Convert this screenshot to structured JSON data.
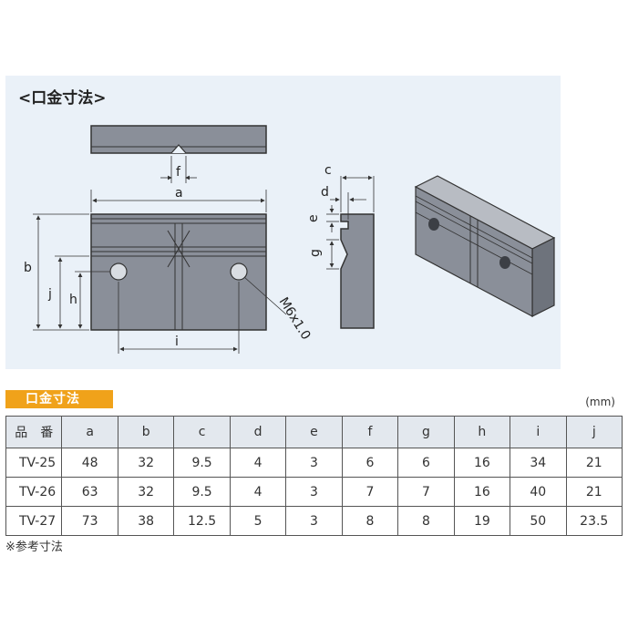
{
  "diagram": {
    "title": "<口金寸法>",
    "thread_label": "M6x1.0",
    "labels": {
      "a": "a",
      "b": "b",
      "c": "c",
      "d": "d",
      "e": "e",
      "f": "f",
      "g": "g",
      "h": "h",
      "i": "i",
      "j": "j"
    }
  },
  "section": {
    "title": "口金寸法",
    "unit": "(mm)"
  },
  "table": {
    "headers": [
      "品　番",
      "a",
      "b",
      "c",
      "d",
      "e",
      "f",
      "g",
      "h",
      "i",
      "j"
    ],
    "rows": [
      [
        "TV-25",
        "48",
        "32",
        "9.5",
        "4",
        "3",
        "6",
        "6",
        "16",
        "34",
        "21"
      ],
      [
        "TV-26",
        "63",
        "32",
        "9.5",
        "4",
        "3",
        "7",
        "7",
        "16",
        "40",
        "21"
      ],
      [
        "TV-27",
        "73",
        "38",
        "12.5",
        "5",
        "3",
        "8",
        "8",
        "19",
        "50",
        "23.5"
      ]
    ]
  },
  "note": "※参考寸法",
  "colors": {
    "badge": "#f0a21a",
    "panel": "#eaf1f8",
    "part": "#8a8f99",
    "header": "#e3e8ee"
  }
}
